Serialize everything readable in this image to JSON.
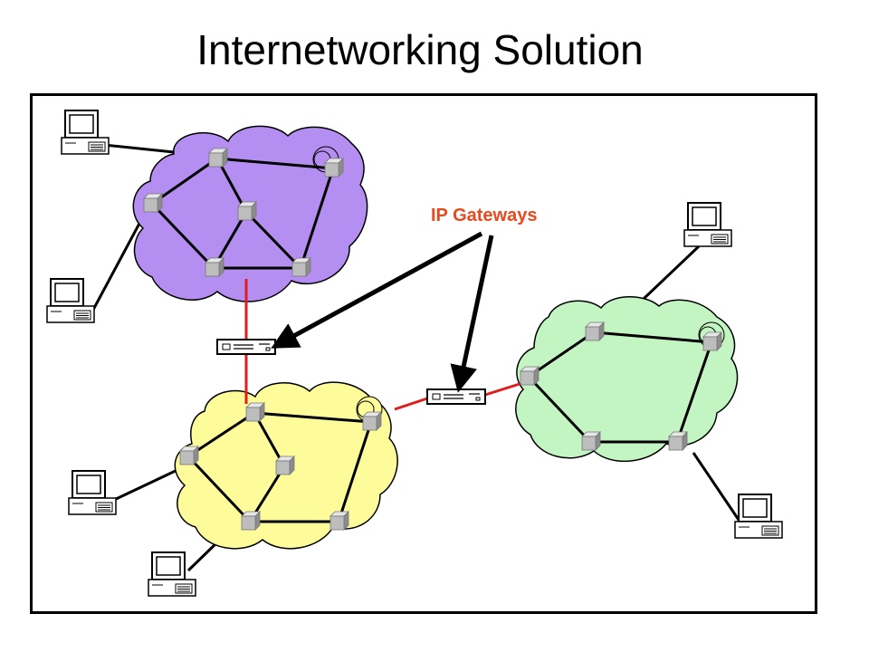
{
  "page": {
    "title": "Internetworking Solution"
  },
  "annotation": {
    "label": "IP Gateways",
    "color": "#e8491e"
  },
  "colors": {
    "network_purple": "#b48ef0",
    "network_yellow": "#fdfb9a",
    "network_green": "#c3f5c3",
    "gateway_link": "#e01c1c",
    "outline": "#000000"
  },
  "networks": [
    {
      "name": "purple-network",
      "routers": 6
    },
    {
      "name": "yellow-network",
      "routers": 6
    },
    {
      "name": "green-network",
      "routers": 5
    }
  ],
  "gateways": 2,
  "hosts": 6
}
